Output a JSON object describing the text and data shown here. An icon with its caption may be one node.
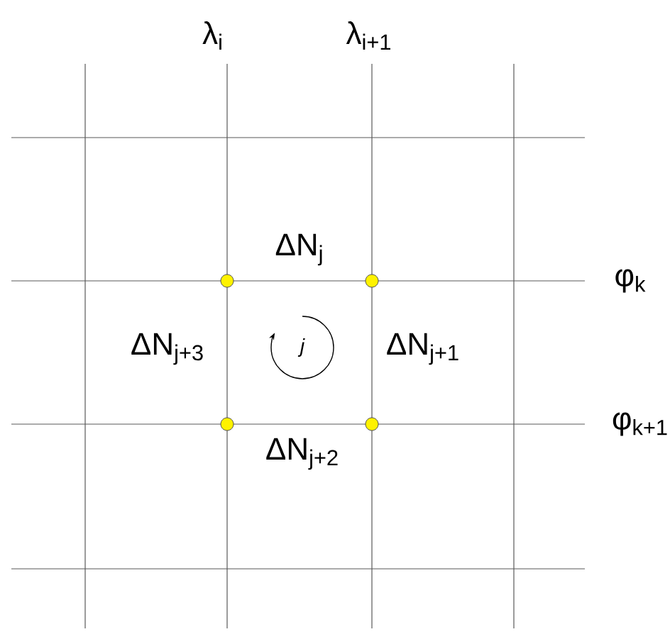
{
  "diagram": {
    "labels": [
      "λ$_{i}$",
      "λ$_{i+1}$",
      "ΔN$_{j}$",
      "φ$_{k}$",
      "ΔN$_{j+3}$",
      "j",
      "ΔN$_{j+1}$",
      "φ$_{k+1}$",
      "ΔN$_{j+2}$"
    ]
  }
}
